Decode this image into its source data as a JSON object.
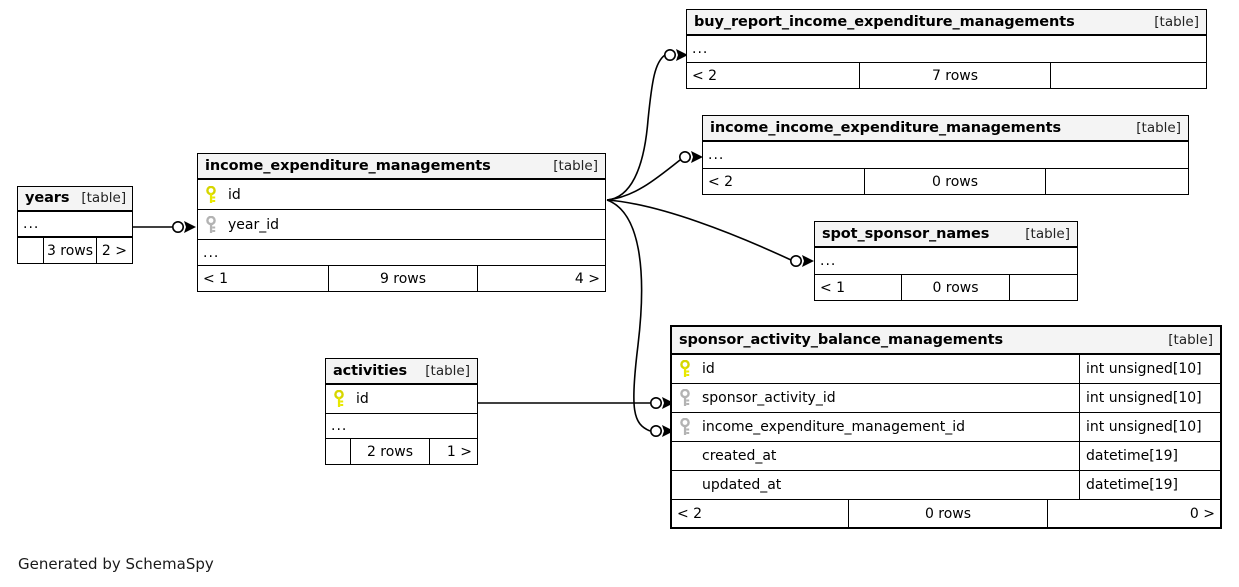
{
  "diagram": {
    "caption": "Generated by SchemaSpy",
    "table_tag": "[table]",
    "ellipsis": "...",
    "colors": {
      "primary_key": "#e8e800",
      "foreign_key": "#b3b3b3",
      "header_bg": "#f4f4f4",
      "border": "#000000",
      "background": "#ffffff"
    }
  },
  "tables": {
    "years": {
      "name": "years",
      "tag": "[table]",
      "ellipsis": "...",
      "footer": {
        "left": "",
        "mid": "3 rows",
        "right": "2 >"
      }
    },
    "income_expenditure_managements": {
      "name": "income_expenditure_managements",
      "tag": "[table]",
      "ellipsis": "...",
      "columns": [
        {
          "key": "primary-key",
          "name": "id",
          "type": ""
        },
        {
          "key": "foreign-key",
          "name": "year_id",
          "type": ""
        }
      ],
      "footer": {
        "left": "< 1",
        "mid": "9 rows",
        "right": "4 >"
      }
    },
    "buy_report_income_expenditure_managements": {
      "name": "buy_report_income_expenditure_managements",
      "tag": "[table]",
      "ellipsis": "...",
      "footer": {
        "left": "< 2",
        "mid": "7 rows",
        "right": ""
      }
    },
    "income_income_expenditure_managements": {
      "name": "income_income_expenditure_managements",
      "tag": "[table]",
      "ellipsis": "...",
      "footer": {
        "left": "< 2",
        "mid": "0 rows",
        "right": ""
      }
    },
    "spot_sponsor_names": {
      "name": "spot_sponsor_names",
      "tag": "[table]",
      "ellipsis": "...",
      "footer": {
        "left": "< 1",
        "mid": "0 rows",
        "right": ""
      }
    },
    "activities": {
      "name": "activities",
      "tag": "[table]",
      "ellipsis": "...",
      "columns": [
        {
          "key": "primary-key",
          "name": "id",
          "type": ""
        }
      ],
      "footer": {
        "left": "",
        "mid": "2 rows",
        "right": "1 >"
      }
    },
    "sponsor_activity_balance_managements": {
      "name": "sponsor_activity_balance_managements",
      "tag": "[table]",
      "focused": true,
      "columns": [
        {
          "key": "primary-key",
          "name": "id",
          "type": "int unsigned[10]"
        },
        {
          "key": "foreign-key",
          "name": "sponsor_activity_id",
          "type": "int unsigned[10]"
        },
        {
          "key": "foreign-key",
          "name": "income_expenditure_management_id",
          "type": "int unsigned[10]"
        },
        {
          "key": "none",
          "name": "created_at",
          "type": "datetime[19]"
        },
        {
          "key": "none",
          "name": "updated_at",
          "type": "datetime[19]"
        }
      ],
      "footer": {
        "left": "< 2",
        "mid": "0 rows",
        "right": "0 >"
      }
    }
  },
  "relationships": [
    {
      "from": "years",
      "to": "income_expenditure_managements"
    },
    {
      "from": "income_expenditure_managements",
      "to": "buy_report_income_expenditure_managements"
    },
    {
      "from": "income_expenditure_managements",
      "to": "income_income_expenditure_managements"
    },
    {
      "from": "income_expenditure_managements",
      "to": "spot_sponsor_names"
    },
    {
      "from": "income_expenditure_managements",
      "to": "sponsor_activity_balance_managements"
    },
    {
      "from": "activities",
      "to": "sponsor_activity_balance_managements"
    }
  ]
}
